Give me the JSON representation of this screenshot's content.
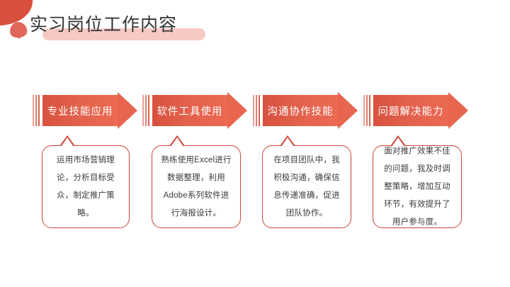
{
  "slide": {
    "title": "实习岗位工作内容",
    "background_color": "#ffffff",
    "accent_color": "#d9503f",
    "highlight_color": "#f6c9c4",
    "text_color": "#333333"
  },
  "arrows": [
    {
      "label": "专业技能应用"
    },
    {
      "label": "软件工具使用"
    },
    {
      "label": "沟通协作技能"
    },
    {
      "label": "问题解决能力"
    }
  ],
  "callouts": [
    {
      "text": "运用市场营销理论，分析目标受众，制定推广策略。"
    },
    {
      "text": "熟练使用Excel进行数据整理，利用Adobe系列软件进行海报设计。"
    },
    {
      "text": "在项目团队中，我积极沟通，确保信息传递准确，促进团队协作。"
    },
    {
      "text": "面对推广效果不佳的问题，我及时调整策略，增加互动环节，有效提升了用户参与度。"
    }
  ]
}
